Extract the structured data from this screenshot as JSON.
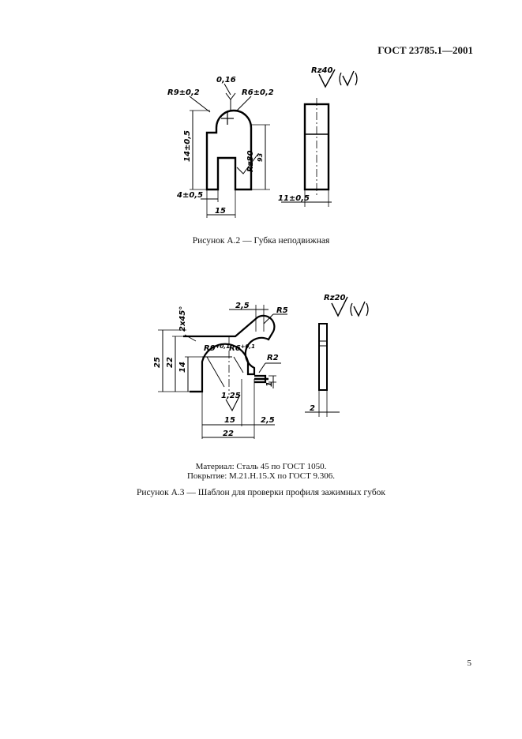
{
  "header": {
    "standard": "ГОСТ 23785.1—2001"
  },
  "figure_a2": {
    "caption": "Рисунок А.2 — Губка неподвижная",
    "dims": {
      "r9": "R9±0,2",
      "r6": "R6±0,2",
      "tol": "0,16",
      "h14": "14±0,5",
      "w4": "4±0,5",
      "w15": "15",
      "rz80": "Rz80",
      "v93": "93",
      "w11": "11±0,5",
      "rz40": "Rz40"
    }
  },
  "figure_a3": {
    "caption": "Рисунок А.3 — Шаблон для проверки профиля зажимных губок",
    "dims": {
      "d25a": "2,5",
      "r5": "R5",
      "chamfer": "2х45°",
      "r9": "R9",
      "r9tol": "+0,1",
      "r6": "R6",
      "r6tol": "+0,1",
      "r2": "R2",
      "h25": "25",
      "h22": "22",
      "h14": "14",
      "v1": "1",
      "rough": "1,25",
      "w15": "15",
      "d25b": "2,5",
      "w22": "22",
      "w2": "2",
      "rz20": "Rz20"
    }
  },
  "notes": {
    "material": "Материал: Сталь 45 по ГОСТ 1050.",
    "coating": "Покрытие: М.21.Н.15.Х по ГОСТ 9.306."
  },
  "page_number": "5"
}
